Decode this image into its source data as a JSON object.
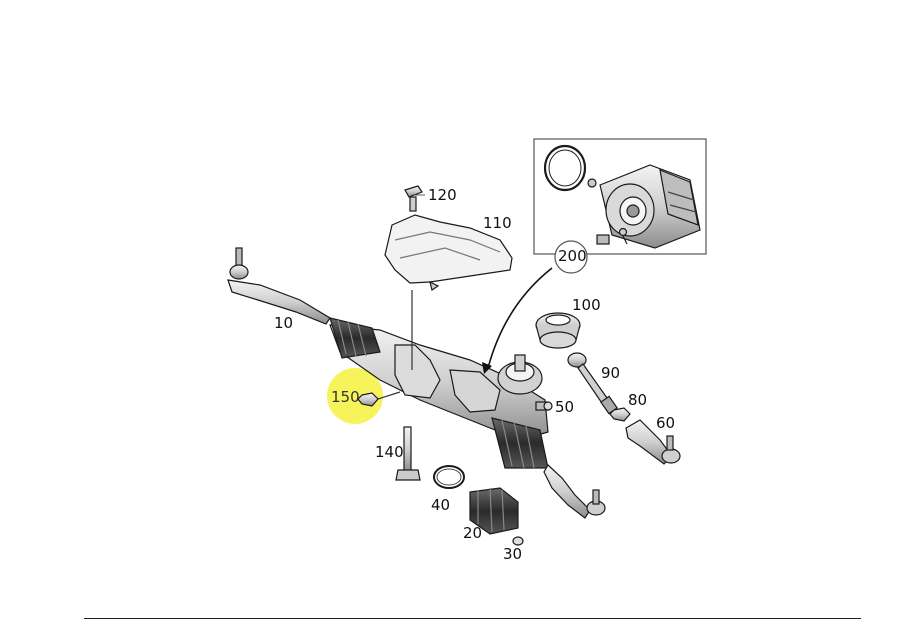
{
  "diagram": {
    "callouts": {
      "c10": "10",
      "c20": "20",
      "c30": "30",
      "c40": "40",
      "c50": "50",
      "c60": "60",
      "c80": "80",
      "c90": "90",
      "c100": "100",
      "c110": "110",
      "c120": "120",
      "c140": "140",
      "c150": "150",
      "c200": "200"
    },
    "highlighted_part": "150",
    "colors": {
      "highlight": "#f7f35a",
      "line": "#1a1a1a",
      "part_fill": "#e8e8e8",
      "part_dark": "#9a9a9a"
    }
  }
}
